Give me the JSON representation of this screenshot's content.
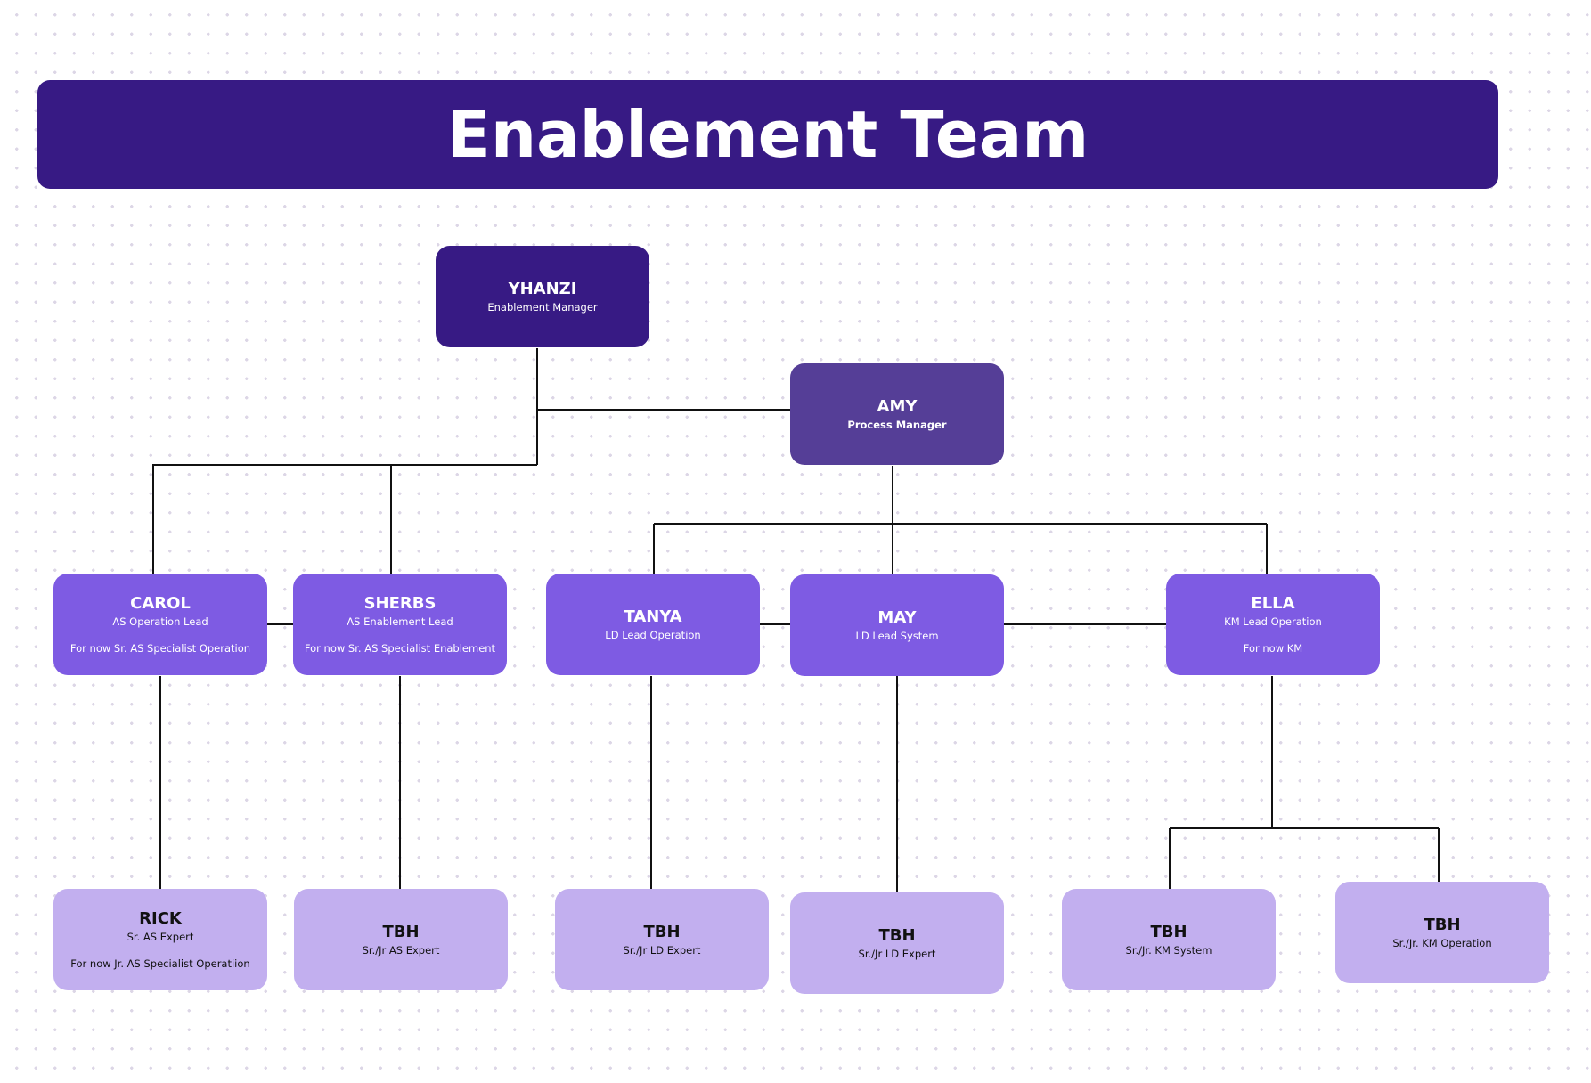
{
  "title": "Enablement Team",
  "colors": {
    "manager": "#371a84",
    "process": "#553e97",
    "lead": "#7e5be3",
    "staff": "#c2afef",
    "connector": "#111111"
  },
  "nodes": {
    "yhanzi": {
      "name": "YHANZI",
      "role": "Enablement Manager"
    },
    "amy": {
      "name": "AMY",
      "role": "Process Manager"
    },
    "carol": {
      "name": "CAROL",
      "role": "AS Operation Lead",
      "note": "For now Sr. AS Specialist Operation"
    },
    "sherbs": {
      "name": "SHERBS",
      "role": "AS Enablement Lead",
      "note": "For now Sr. AS Specialist Enablement"
    },
    "tanya": {
      "name": "TANYA",
      "role": "LD Lead Operation"
    },
    "may": {
      "name": "MAY",
      "role": "LD Lead System"
    },
    "ella": {
      "name": "ELLA",
      "role": "KM Lead Operation",
      "note": "For now KM"
    },
    "rick": {
      "name": "RICK",
      "role": "Sr. AS Expert",
      "note": "For now Jr. AS Specialist  Operatiion"
    },
    "tbh_as": {
      "name": "TBH",
      "role": "Sr./Jr AS Expert"
    },
    "tbh_ld_tanya": {
      "name": "TBH",
      "role": "Sr./Jr LD Expert"
    },
    "tbh_ld_may": {
      "name": "TBH",
      "role": "Sr./Jr LD Expert"
    },
    "tbh_km_system": {
      "name": "TBH",
      "role": "Sr./Jr. KM System"
    },
    "tbh_km_operation": {
      "name": "TBH",
      "role": "Sr./Jr. KM Operation"
    }
  }
}
